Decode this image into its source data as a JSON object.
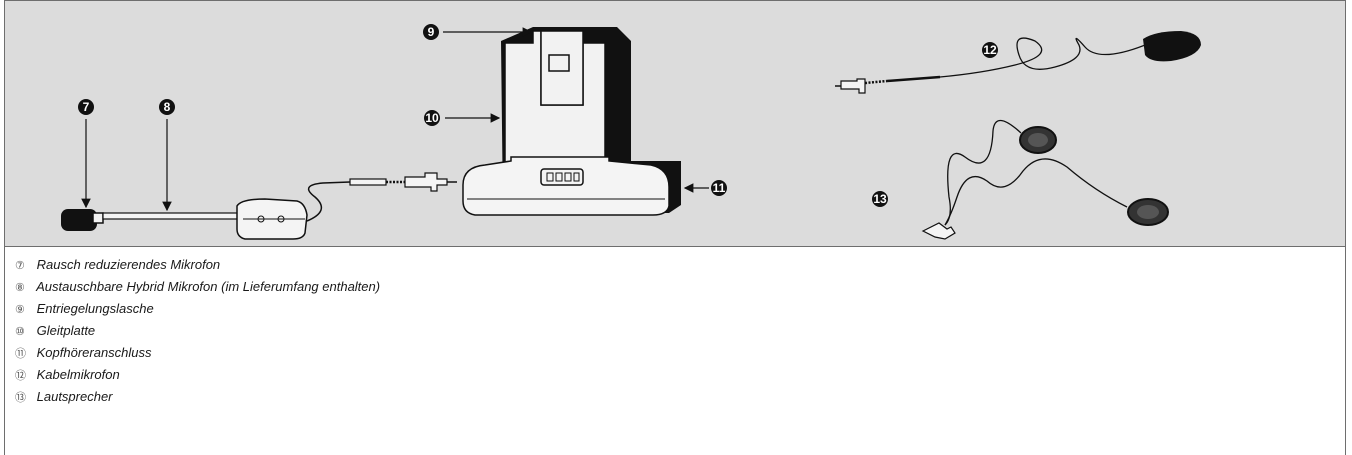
{
  "callouts": {
    "c7": "7",
    "c8": "8",
    "c9": "9",
    "c10": "10",
    "c11": "11",
    "c12": "12",
    "c13": "13"
  },
  "legend": [
    {
      "num": "⑦",
      "label": "Rausch reduzierendes Mikrofon"
    },
    {
      "num": "⑧",
      "label": "Austauschbare  Hybrid Mikrofon (im Lieferumfang enthalten)"
    },
    {
      "num": "⑨",
      "label": "Entriegelungslasche"
    },
    {
      "num": "⑩",
      "label": "Gleitplatte"
    },
    {
      "num": "⑪",
      "label": "Kopfhöreranschluss"
    },
    {
      "num": "⑫",
      "label": "Kabelmikrofon"
    },
    {
      "num": "⑬",
      "label": "Lautsprecher"
    }
  ],
  "colors": {
    "figure_background": "#dcdcdc",
    "outline": "#111111",
    "part_fill": "#f2f2f2"
  }
}
